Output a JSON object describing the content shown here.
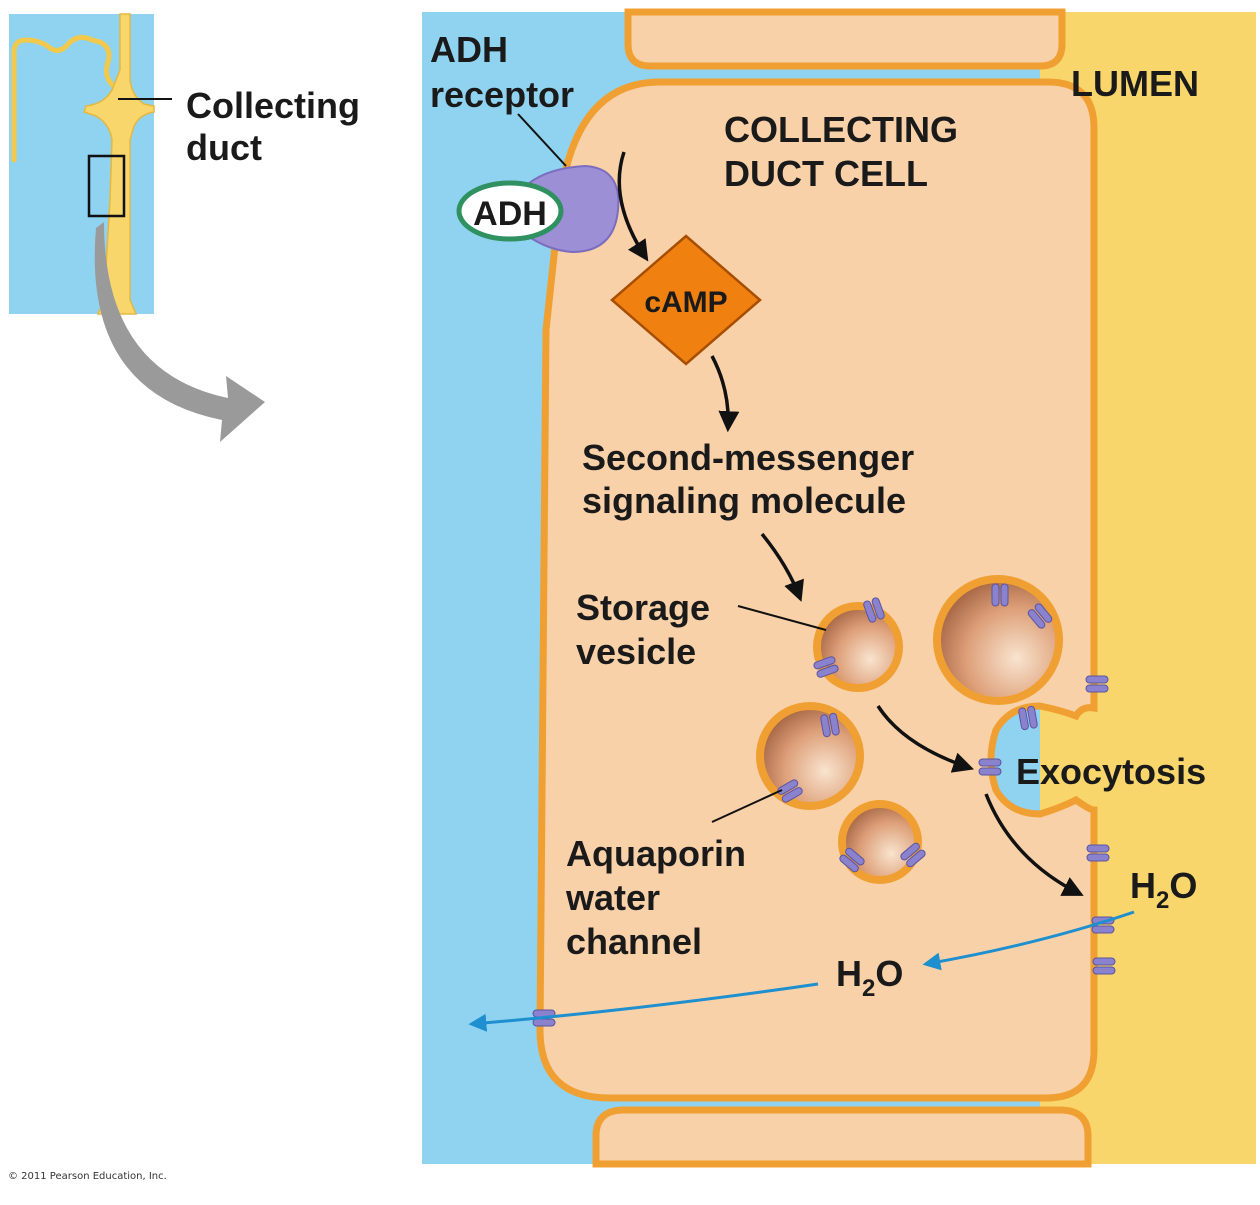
{
  "inset": {
    "label_line1": "Collecting",
    "label_line2": "duct"
  },
  "labels": {
    "adh_receptor_line1": "ADH",
    "adh_receptor_line2": "receptor",
    "adh": "ADH",
    "cell_line1": "COLLECTING",
    "cell_line2": "DUCT CELL",
    "lumen": "LUMEN",
    "camp": "cAMP",
    "second_messenger_line1": "Second-messenger",
    "second_messenger_line2": "signaling molecule",
    "storage_line1": "Storage",
    "storage_line2": "vesicle",
    "aquaporin_line1": "Aquaporin",
    "aquaporin_line2": "water",
    "aquaporin_line3": "channel",
    "exocytosis": "Exocytosis",
    "water_right_main": "H",
    "water_right_sub": "2",
    "water_right_tail": "O",
    "water_mid_main": "H",
    "water_mid_sub": "2",
    "water_mid_tail": "O"
  },
  "footer": {
    "copyright": "© 2011 Pearson Education, Inc."
  },
  "colors": {
    "interstitial": "#8fd3f0",
    "lumen": "#f9d66b",
    "cell": "#f9d1a8",
    "membrane": "#f0a032",
    "receptor": "#9d8fd6",
    "camp": "#f08010",
    "channel": "#8a82cc",
    "water_arrow": "#1e8fcf"
  }
}
